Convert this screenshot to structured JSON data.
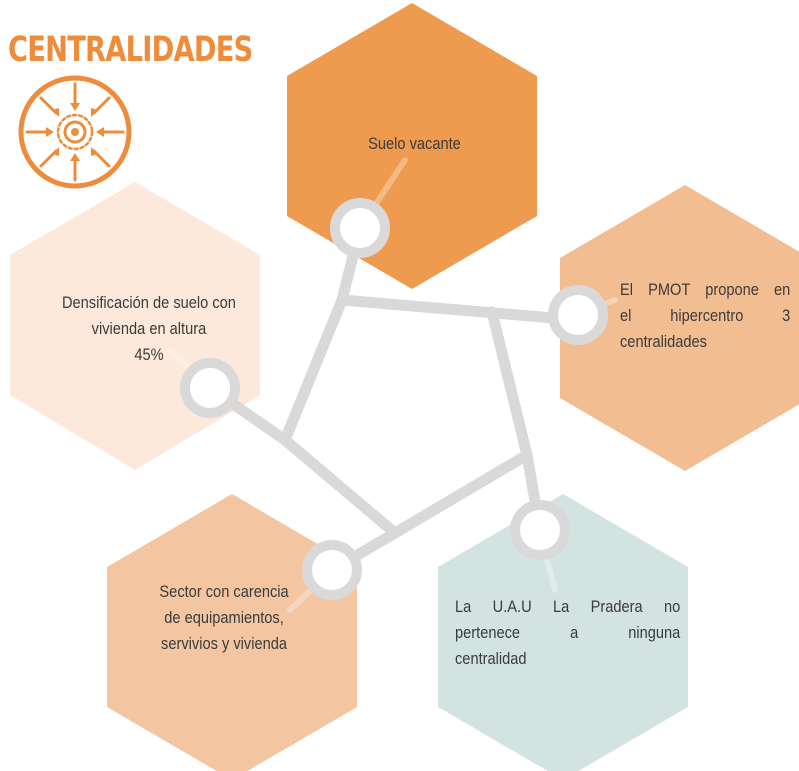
{
  "title": "CENTRALIDADES",
  "title_icon": "centrality-arrows-icon",
  "colors": {
    "accent": "#EE8C3C",
    "suelo_vacante": "#EE9A4F",
    "pmot": "#F3BD92",
    "densificacion": "#FCE9DB",
    "sector": "#F3C6A1",
    "uau": "#D3E3E1",
    "connector": "#D9D9D9"
  },
  "nodes": [
    {
      "id": "suelo_vacante",
      "lines": [
        "Suelo vacante"
      ]
    },
    {
      "id": "pmot",
      "lines": [
        "El PMOT propone en",
        "el hipercentro 3",
        "centralidades"
      ]
    },
    {
      "id": "densificacion",
      "lines": [
        "Densificación de suelo con",
        "vivienda en altura",
        "45%"
      ]
    },
    {
      "id": "sector",
      "lines": [
        "Sector con carencia",
        "de equipamientos,",
        "servivios y vivienda"
      ]
    },
    {
      "id": "uau",
      "lines": [
        "La U.A.U La Pradera no",
        "pertenece a ninguna",
        "centralidad"
      ]
    }
  ]
}
